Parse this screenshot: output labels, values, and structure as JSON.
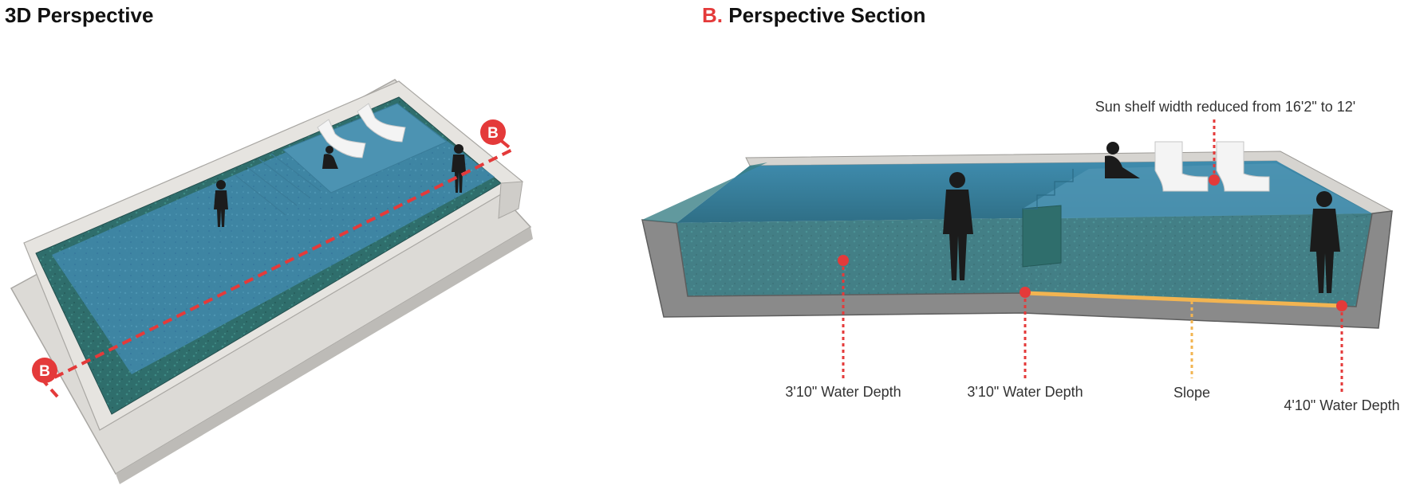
{
  "left_panel": {
    "title": "3D Perspective",
    "section_marker": "B"
  },
  "right_panel": {
    "title_prefix": "B.",
    "title": "Perspective Section",
    "callouts": {
      "sun_shelf": "Sun shelf width reduced from 16'2\" to 12'",
      "depth_shallow_1": "3'10\" Water Depth",
      "depth_shallow_2": "3'10\" Water Depth",
      "slope": "Slope",
      "depth_deep": "4'10\" Water Depth"
    }
  },
  "colors": {
    "marker_red": "#e43a3a",
    "slope_orange": "#f2b451",
    "water": "#3f86a6",
    "concrete": "#8a8a8a",
    "deck": "#dcdad6"
  }
}
